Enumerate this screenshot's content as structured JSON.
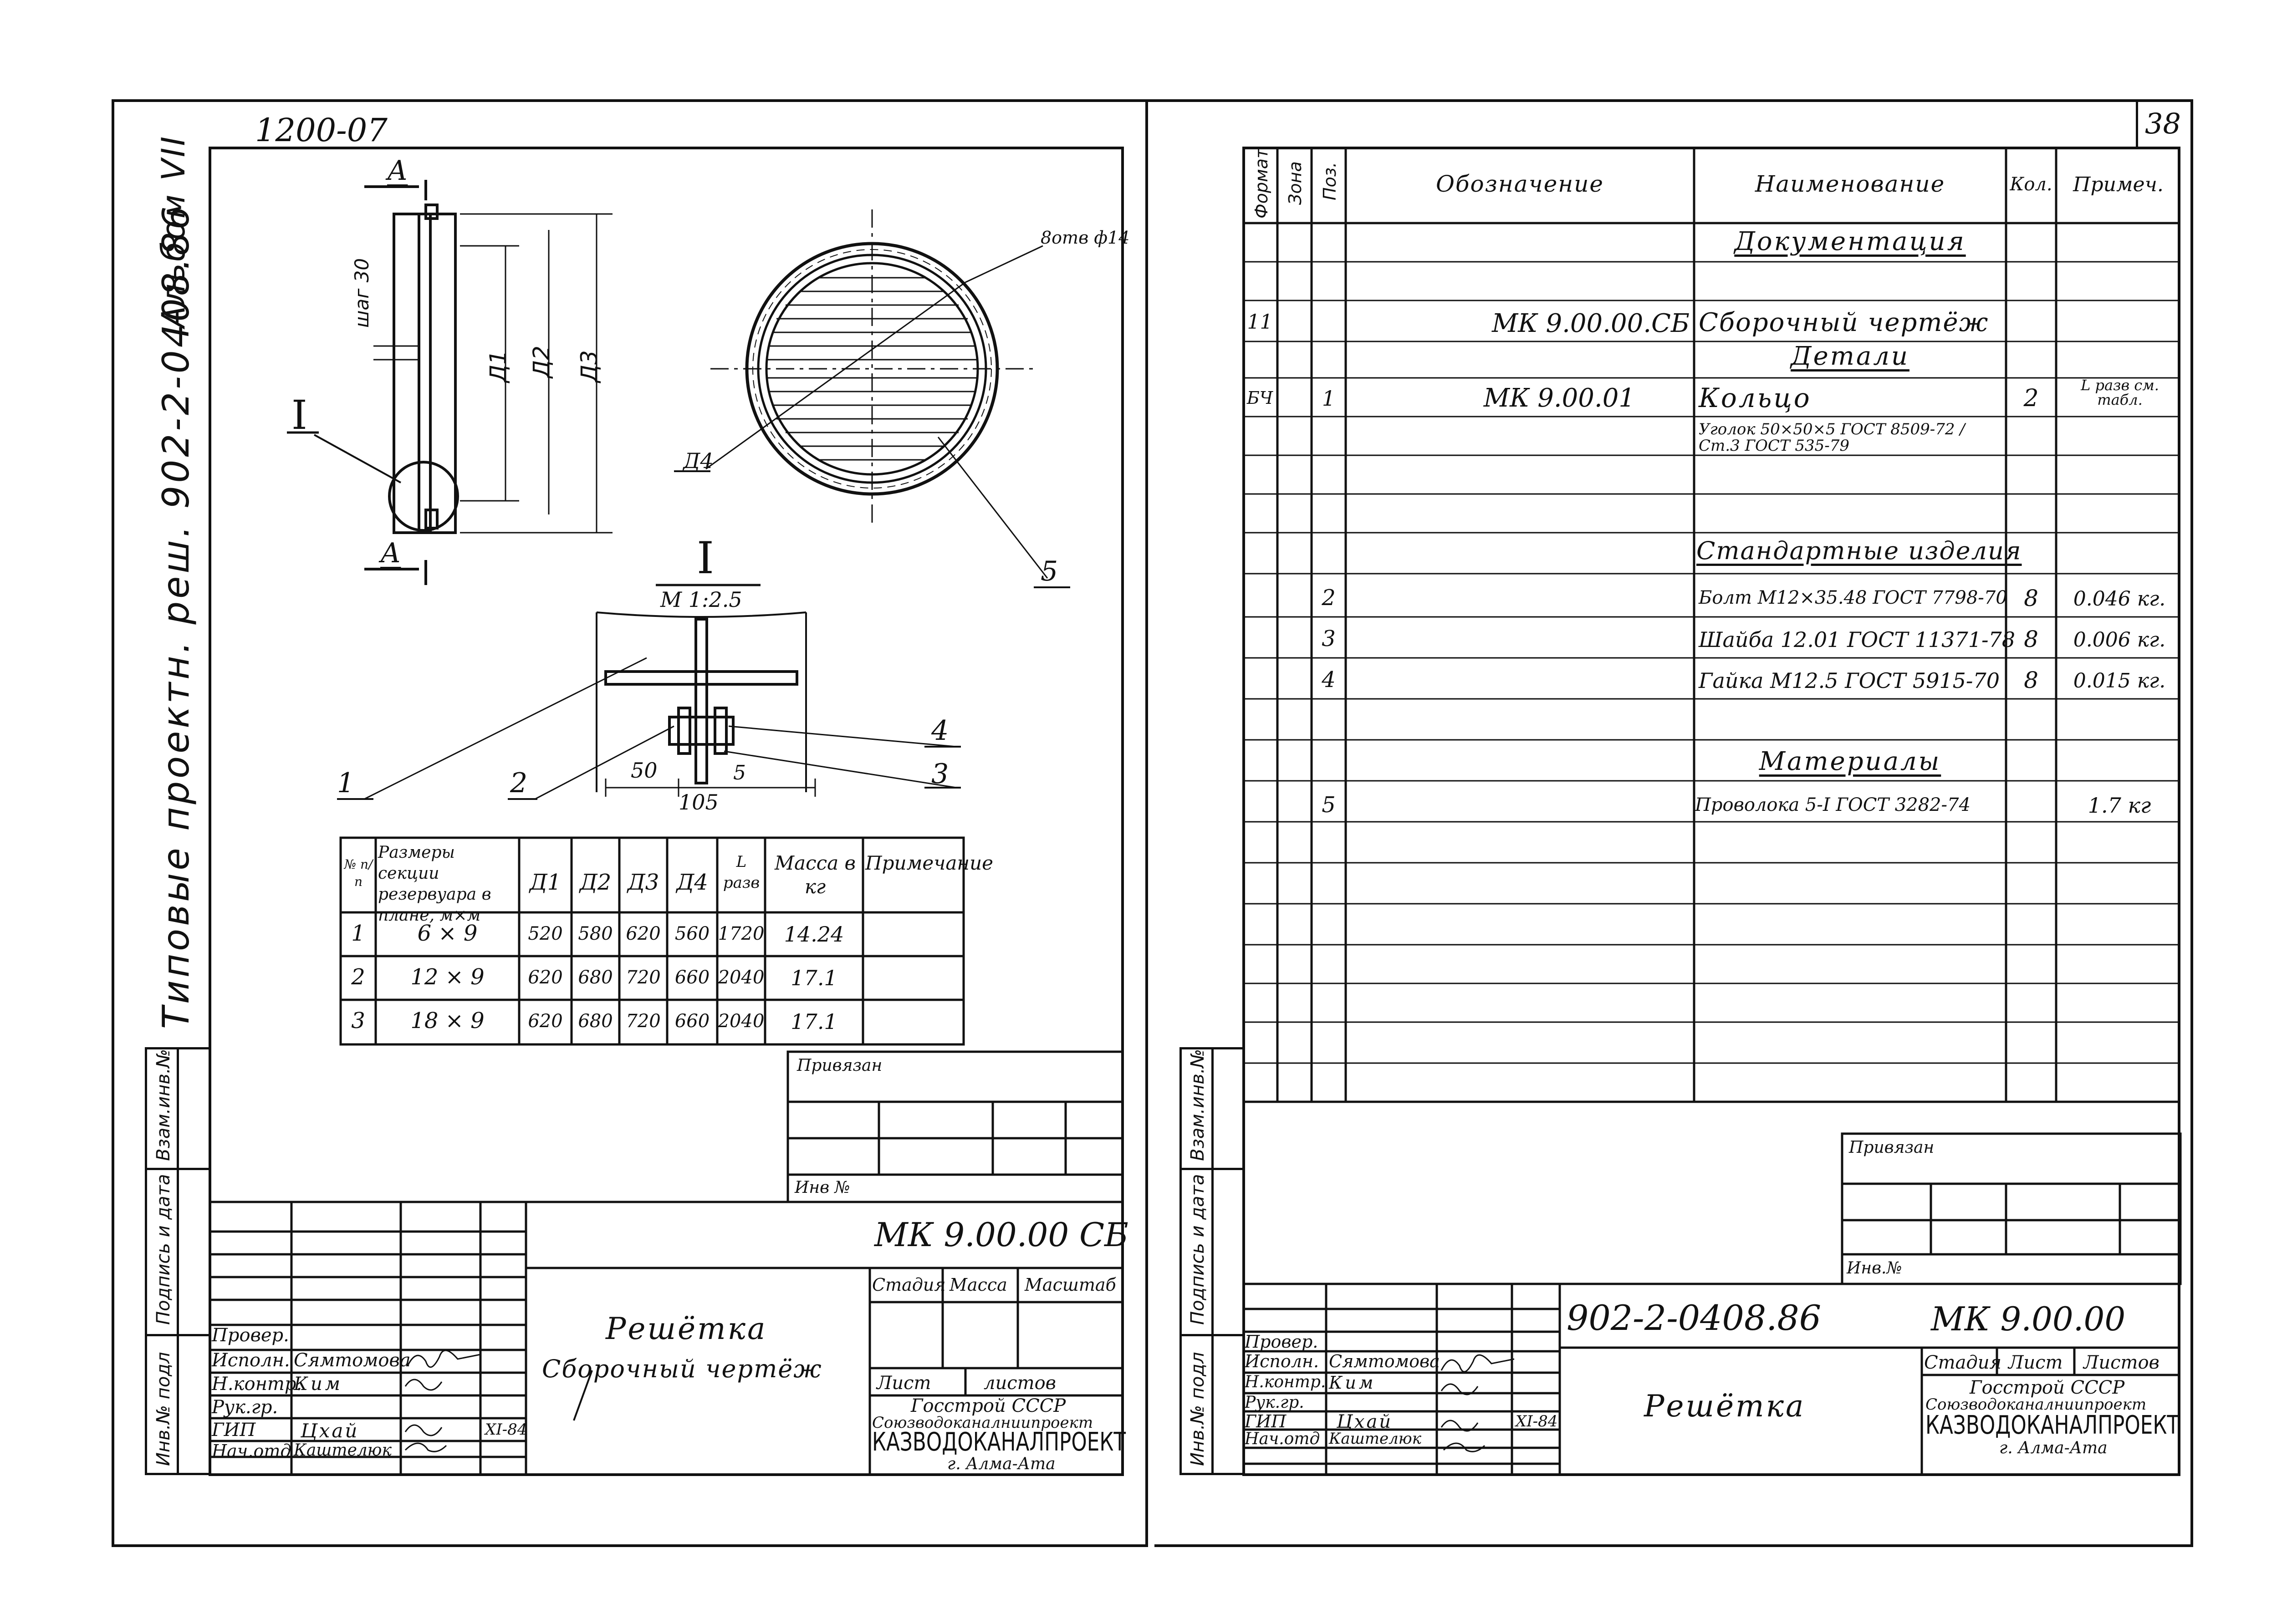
{
  "left_sheet": {
    "archive_number": "1200-07",
    "side_caption": "Типовые проектн. реш. 902-2-0408.86",
    "album": "Альбом VII",
    "drawing": {
      "section_mark": "А",
      "step_label": "шаг 30",
      "d1": "Д1",
      "d2": "Д2",
      "d3": "Д3",
      "d4": "Д4",
      "holes_label": "8отв ф14",
      "detail_ref": "I",
      "detail_title": "I",
      "detail_scale": "М 1:2.5",
      "dim_50": "50",
      "dim_5": "5",
      "dim_105": "105",
      "pos_1": "1",
      "pos_2": "2",
      "pos_3": "3",
      "pos_4": "4",
      "pos_5": "5"
    },
    "size_table": {
      "headers": [
        "№ п/п",
        "Размеры секции резервуара в плане, м×м",
        "Д1",
        "Д2",
        "Д3",
        "Д4",
        "L разв",
        "Масса в кг",
        "Примечание"
      ],
      "rows": [
        [
          "1",
          "6 × 9",
          "520",
          "580",
          "620",
          "560",
          "1720",
          "14.24",
          ""
        ],
        [
          "2",
          "12 × 9",
          "620",
          "680",
          "720",
          "660",
          "2040",
          "17.1",
          ""
        ],
        [
          "3",
          "18 × 9",
          "620",
          "680",
          "720",
          "660",
          "2040",
          "17.1",
          ""
        ]
      ]
    },
    "stamp": {
      "privyazan": "Привязан",
      "inv_no": "Инв №",
      "code": "МК 9.00.00 СБ",
      "title_1": "Решётка",
      "title_2": "Сборочный чертёж",
      "stadiya": "Стадия",
      "massa": "Масса",
      "masshtab": "Масштаб",
      "list": "Лист",
      "listov": "листов",
      "org_1": "Госстрой СССР",
      "org_2": "Союзводоканалниипроект",
      "org_3": "КАЗВОДОКАНАЛПРОЕКТ",
      "org_4": "г. Алма-Ата",
      "roles": [
        "Провер.",
        "Исполн.",
        "Н.контр.",
        "Рук.гр.",
        "ГИП",
        "Нач.отд"
      ],
      "names": [
        "",
        "Сямтомова",
        "Ким",
        "",
        "Цхай",
        "Каштелюк"
      ],
      "date": "XI-84"
    },
    "margin_labels": [
      "Взам.инв.№",
      "Подпись и дата",
      "Инв.№ подл"
    ]
  },
  "right_sheet": {
    "page_number": "38",
    "spec_headers": [
      "Формат",
      "Зона",
      "Поз.",
      "Обозначение",
      "Наименование",
      "Кол.",
      "Примеч."
    ],
    "spec_rows": [
      {
        "format": "",
        "pos": "",
        "designation": "",
        "name": "Документация",
        "qty": "",
        "note": "",
        "section": true
      },
      {
        "format": "11",
        "pos": "",
        "designation": "МК 9.00.00.СБ",
        "name": "Сборочный чертёж",
        "qty": "",
        "note": ""
      },
      {
        "format": "",
        "pos": "",
        "designation": "",
        "name": "Детали",
        "qty": "",
        "note": "",
        "section": true
      },
      {
        "format": "БЧ",
        "pos": "1",
        "designation": "МК 9.00.01",
        "name": "Кольцо",
        "qty": "2",
        "note": "L разв см. табл."
      },
      {
        "format": "",
        "pos": "",
        "designation": "",
        "name": "Уголок 50×50×5 ГОСТ 8509-72 / Ст.3 ГОСТ 535-79",
        "qty": "",
        "note": ""
      },
      {
        "format": "",
        "pos": "",
        "designation": "",
        "name": "Стандартные изделия",
        "qty": "",
        "note": "",
        "section": true
      },
      {
        "format": "",
        "pos": "2",
        "designation": "",
        "name": "Болт М12×35.48 ГОСТ 7798-70",
        "qty": "8",
        "note": "0.046 кг."
      },
      {
        "format": "",
        "pos": "3",
        "designation": "",
        "name": "Шайба 12.01 ГОСТ 11371-78",
        "qty": "8",
        "note": "0.006 кг."
      },
      {
        "format": "",
        "pos": "4",
        "designation": "",
        "name": "Гайка М12.5 ГОСТ 5915-70",
        "qty": "8",
        "note": "0.015 кг."
      },
      {
        "format": "",
        "pos": "",
        "designation": "",
        "name": "Материалы",
        "qty": "",
        "note": "",
        "section": true
      },
      {
        "format": "",
        "pos": "5",
        "designation": "",
        "name": "Проволока 5-I ГОСТ 3282-74",
        "qty": "",
        "note": "1.7 кг"
      }
    ],
    "stamp": {
      "privyazan": "Привязан",
      "inv_no": "Инв.№",
      "doc_number": "902-2-0408.86",
      "code": "МК 9.00.00",
      "title": "Решётка",
      "stadiya": "Стадия",
      "list": "Лист",
      "listov": "Листов",
      "org_1": "Госстрой СССР",
      "org_2": "Союзводоканалниипроект",
      "org_3": "КАЗВОДОКАНАЛПРОЕКТ",
      "org_4": "г. Алма-Ата",
      "roles": [
        "Провер.",
        "Исполн.",
        "Н.контр.",
        "Рук.гр.",
        "ГИП",
        "Нач.отд"
      ],
      "names": [
        "",
        "Сямтомова",
        "Ким",
        "",
        "Цхай",
        "Каштелюк"
      ],
      "date": "XI-84"
    },
    "margin_labels": [
      "Взам.инв.№",
      "Подпись и дата",
      "Инв.№ подл"
    ]
  }
}
